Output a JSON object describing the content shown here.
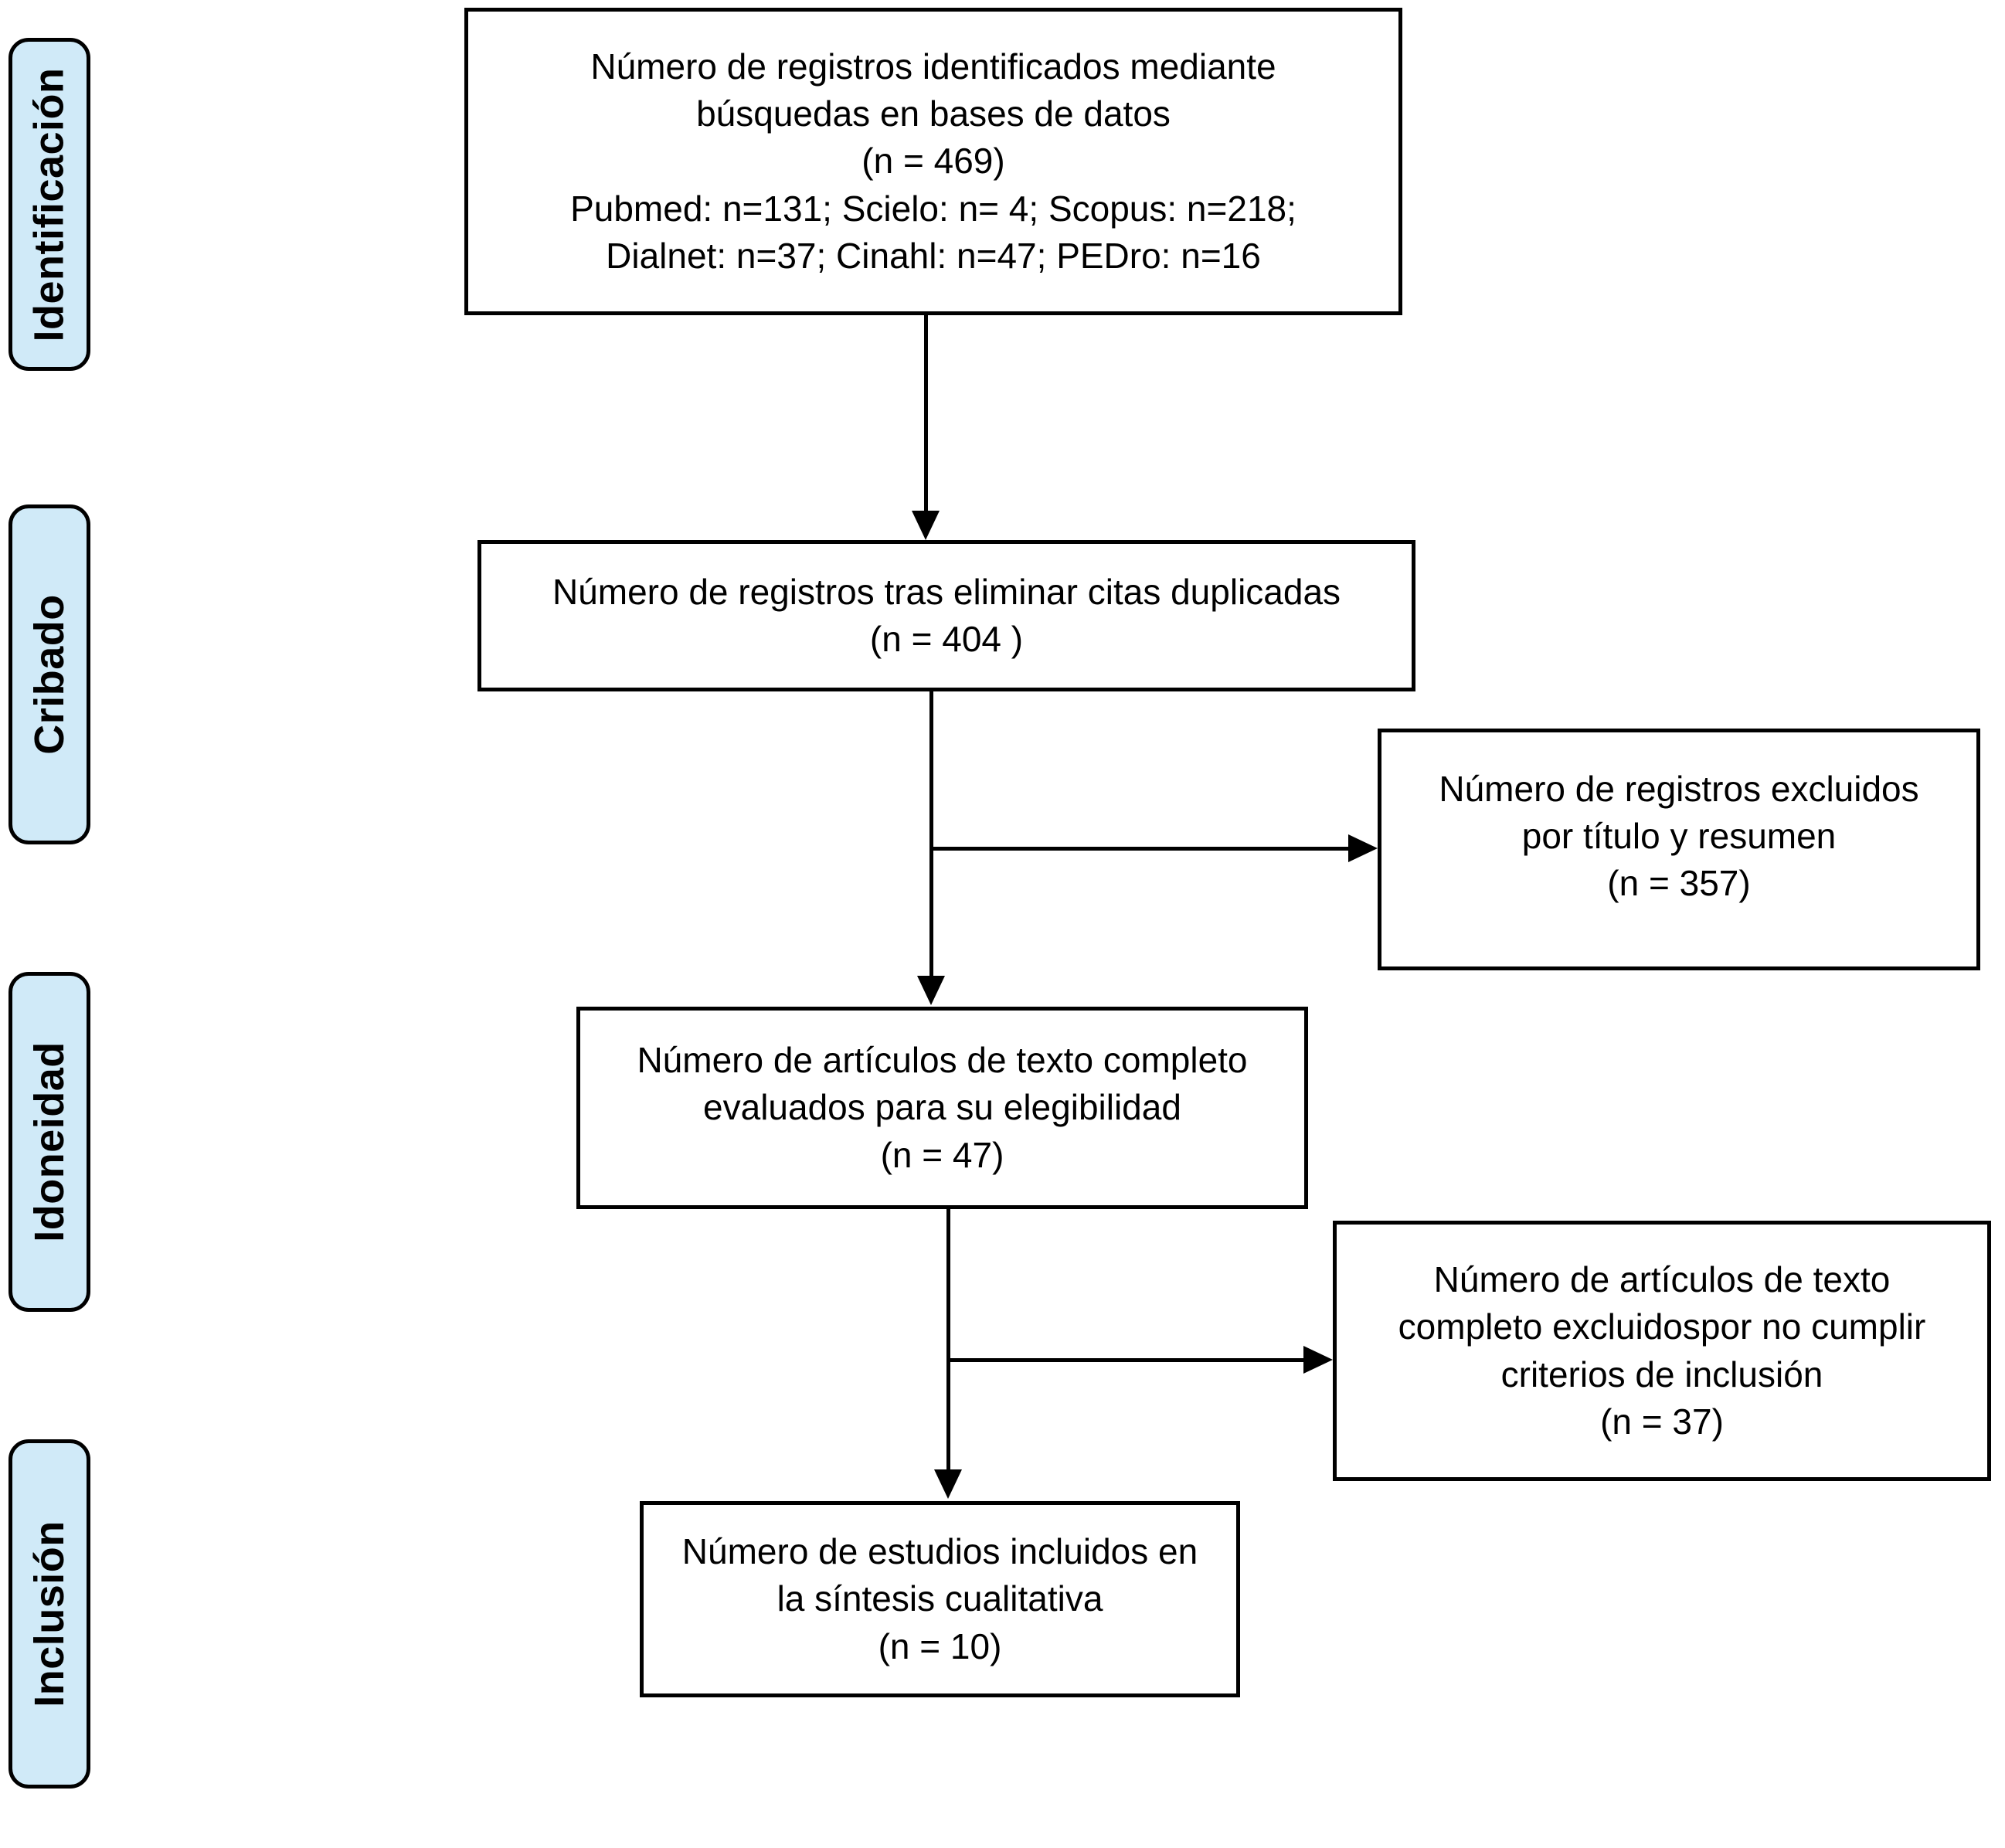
{
  "diagram": {
    "type": "prisma-flow-diagram",
    "stages": [
      "Identificación",
      "Cribado",
      "Idoneidad",
      "Inclusión"
    ],
    "boxes": {
      "identified": {
        "lines": [
          "Número de registros identificados mediante",
          "búsquedas en bases de datos",
          "(n = 469)",
          "Pubmed: n=131; Scielo: n= 4; Scopus: n=218;",
          "Dialnet: n=37; Cinahl: n=47; PEDro: n=16"
        ]
      },
      "deduplicated": {
        "lines": [
          "Número de registros tras eliminar citas duplicadas",
          "(n = 404 )"
        ]
      },
      "excluded_title_abstract": {
        "lines": [
          "Número de registros excluidos",
          "por título y resumen",
          "(n = 357)"
        ]
      },
      "fulltext_assessed": {
        "lines": [
          "Número de artículos de texto completo",
          "evaluados para su elegibilidad",
          "(n = 47)"
        ]
      },
      "fulltext_excluded": {
        "lines": [
          "Número de artículos de texto",
          "completo excluidospor no cumplir",
          "criterios de inclusión",
          "(n = 37)"
        ]
      },
      "included": {
        "lines": [
          "Número de estudios incluidos en",
          "la síntesis cualitativa",
          "(n = 10)"
        ]
      }
    },
    "counts": {
      "identified_total": 469,
      "pubmed": 131,
      "scielo": 4,
      "scopus": 218,
      "dialnet": 37,
      "cinahl": 47,
      "pedro": 16,
      "after_duplicates_removed": 404,
      "excluded_title_abstract": 357,
      "fulltext_assessed": 47,
      "fulltext_excluded": 37,
      "included_qualitative": 10
    },
    "colors": {
      "stage_fill": "#D0EAF8",
      "stage_border": "#000000",
      "box_fill": "#FFFFFF",
      "box_border": "#000000",
      "arrow": "#000000"
    }
  }
}
